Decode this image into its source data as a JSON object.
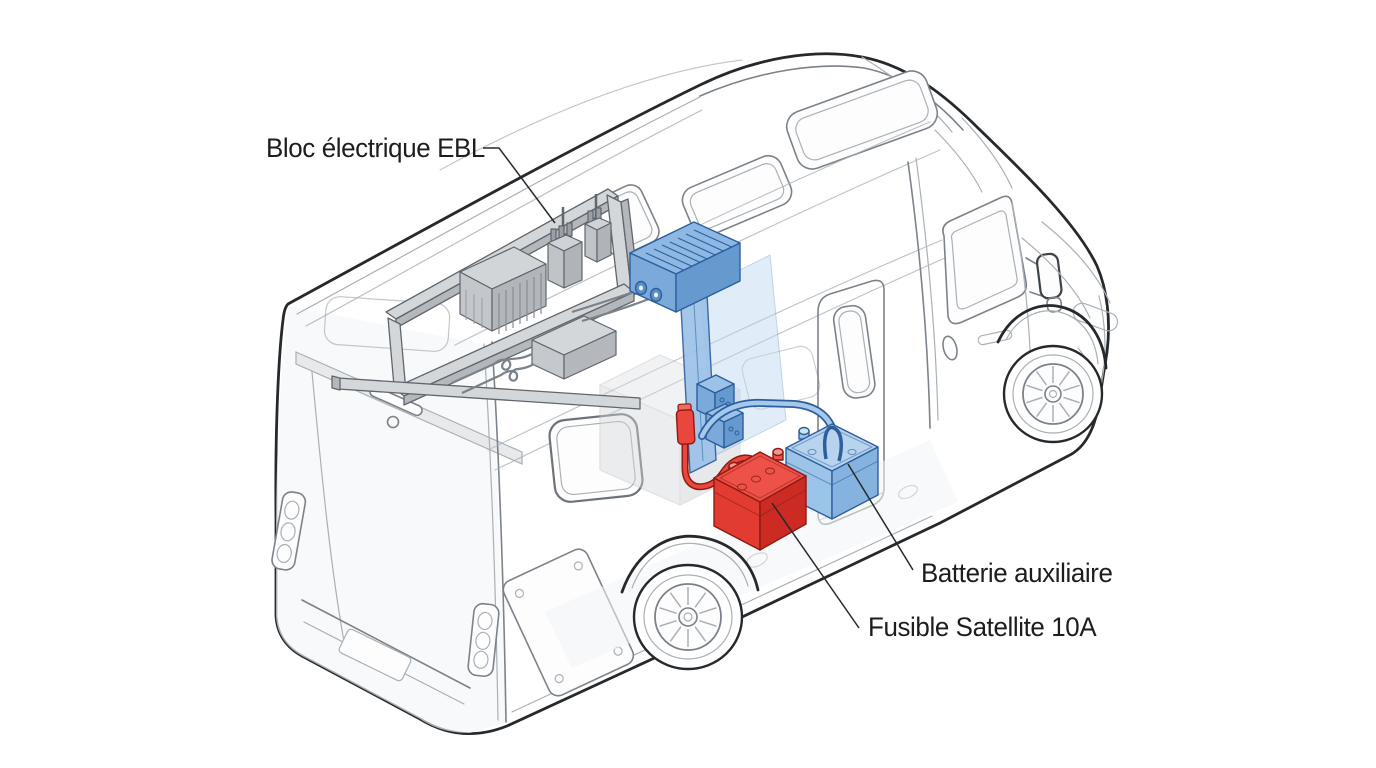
{
  "labels": {
    "ebl": {
      "text": "Bloc électrique EBL"
    },
    "battery": {
      "text": "Batterie auxiliaire"
    },
    "fuse": {
      "text": "Fusible Satellite 10A"
    }
  },
  "colors": {
    "background": "#ffffff",
    "outline": "#26292c",
    "line_mid": "#7c828a",
    "line_light": "#aab0b6",
    "gray_fill": "#d4d7da",
    "gray_dark": "#b4b8bc",
    "gray_stroke": "#60666c",
    "blue_fill": "#a6c8ea",
    "blue_mid": "#7aa9da",
    "blue_dark": "#6699ce",
    "blue_stroke": "#2d5f9e",
    "blue_translucent": "#bcd6f0",
    "red_fill": "#e9473d",
    "red_dark": "#cb2b22",
    "red_stroke": "#8e1a12",
    "label_text": "#1b1d1f"
  }
}
